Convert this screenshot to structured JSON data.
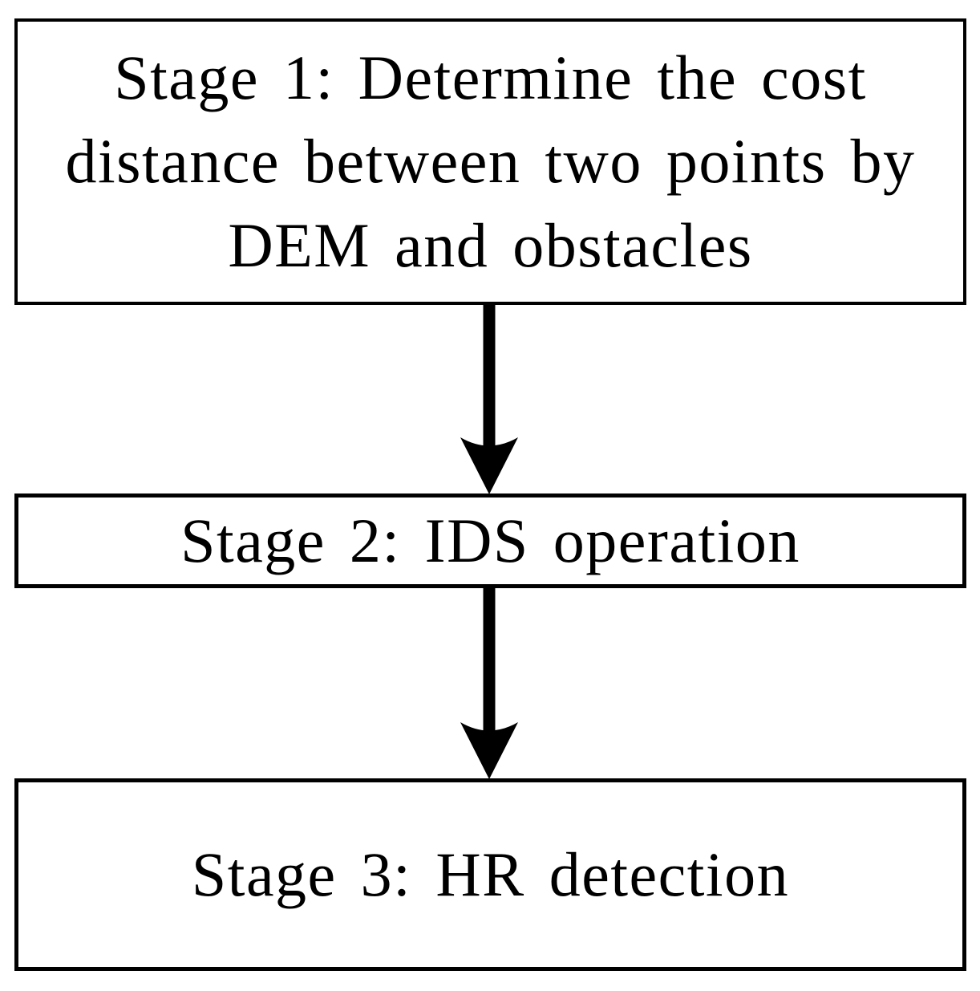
{
  "diagram": {
    "type": "flowchart",
    "orientation": "vertical",
    "colors": {
      "background": "#ffffff",
      "line": "#000000",
      "text": "#000000"
    },
    "stages": [
      {
        "id": "stage-1",
        "label": "Stage 1: Determine the cost distance between two points by DEM and obstacles",
        "lines": [
          "Stage 1: Determine the cost",
          "distance between two points by",
          "DEM and obstacles"
        ]
      },
      {
        "id": "stage-2",
        "label": "Stage 2: IDS operation",
        "lines": [
          "Stage 2: IDS operation"
        ]
      },
      {
        "id": "stage-3",
        "label": "Stage 3: HR detection",
        "lines": [
          "Stage 3: HR detection"
        ]
      }
    ],
    "connectors": [
      {
        "from": "stage-1",
        "to": "stage-2",
        "direction": "down"
      },
      {
        "from": "stage-2",
        "to": "stage-3",
        "direction": "down"
      }
    ]
  }
}
